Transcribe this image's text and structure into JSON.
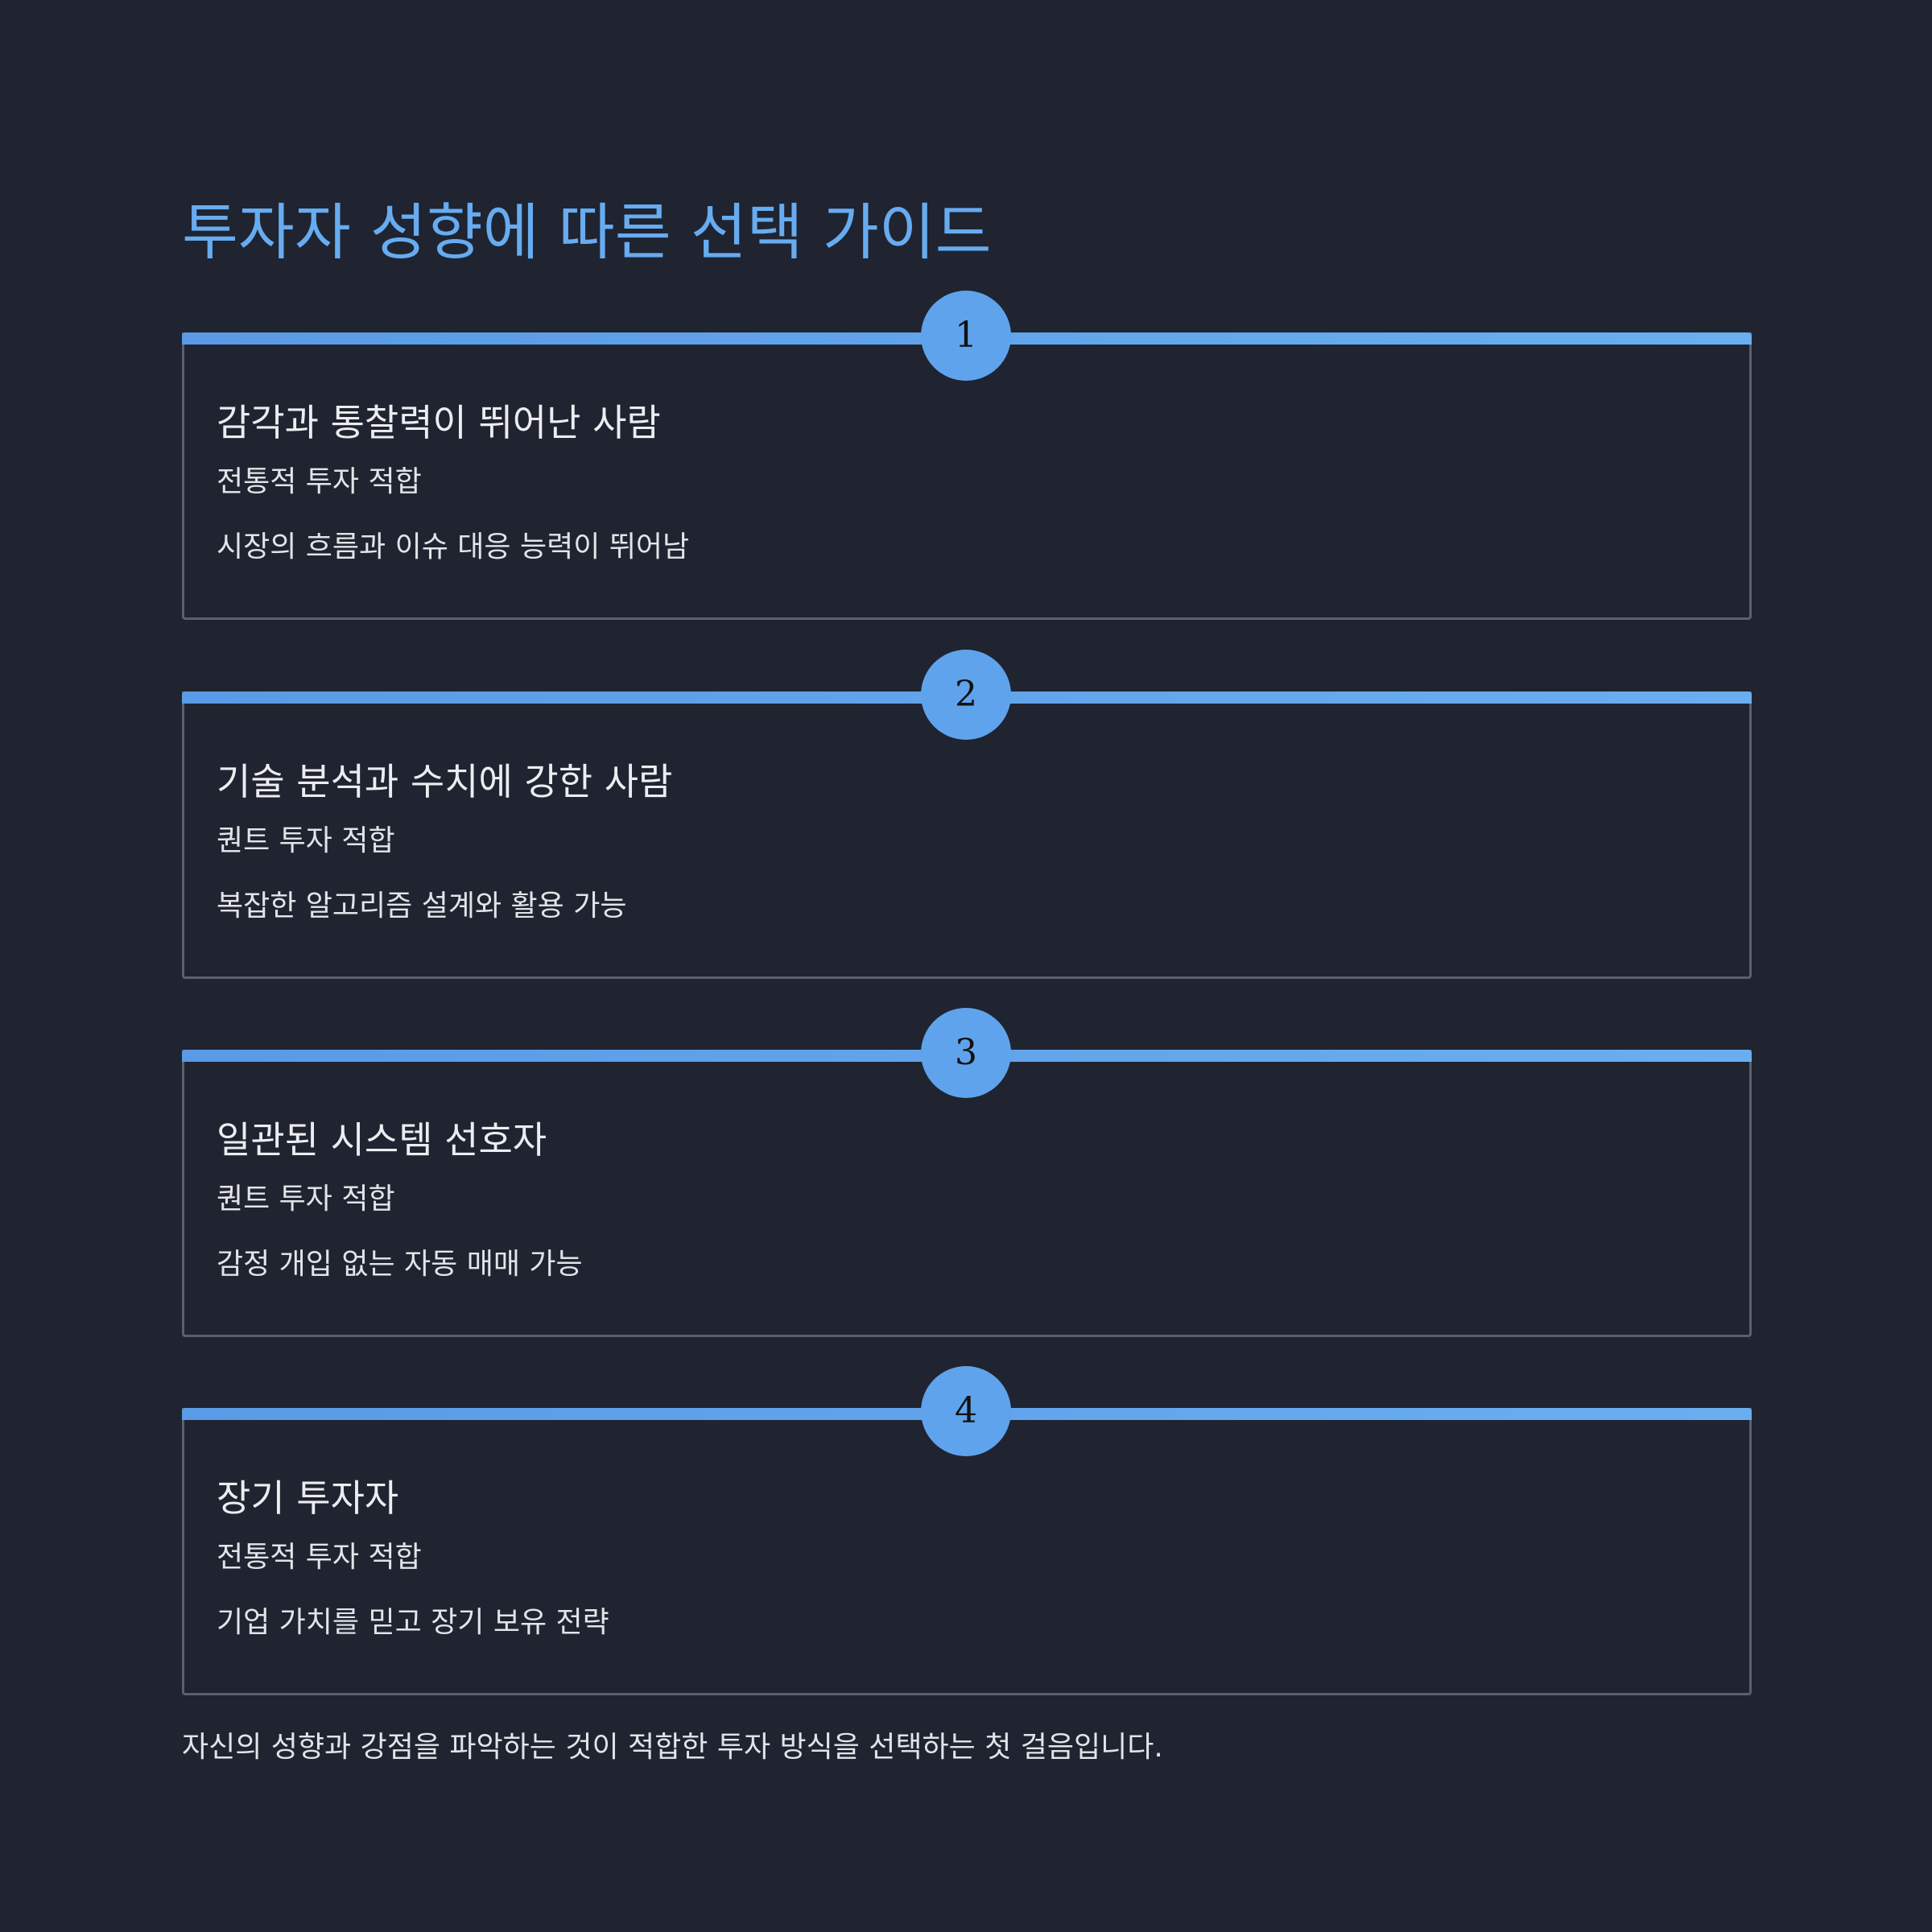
{
  "title": "투자자 성향에 따른 선택 가이드",
  "items": [
    {
      "number": "1",
      "heading": "감각과 통찰력이 뛰어난 사람",
      "type": "전통적 투자 적합",
      "description": "시장의 흐름과 이슈 대응 능력이 뛰어남"
    },
    {
      "number": "2",
      "heading": "기술 분석과 수치에 강한 사람",
      "type": "퀀트 투자 적합",
      "description": "복잡한 알고리즘 설계와 활용 가능"
    },
    {
      "number": "3",
      "heading": "일관된 시스템 선호자",
      "type": "퀀트 투자 적합",
      "description": "감정 개입 없는 자동 매매 가능"
    },
    {
      "number": "4",
      "heading": "장기 투자자",
      "type": "전통적 투자 적합",
      "description": "기업 가치를 믿고 장기 보유 전략"
    }
  ],
  "conclusion": "자신의 성향과 강점을 파악하는 것이 적합한 투자 방식을 선택하는 첫 걸음입니다.",
  "colors": {
    "background": "#1f2430",
    "accent": "#67abf0",
    "badge": "#5fa3ec",
    "border": "#5a616e"
  }
}
